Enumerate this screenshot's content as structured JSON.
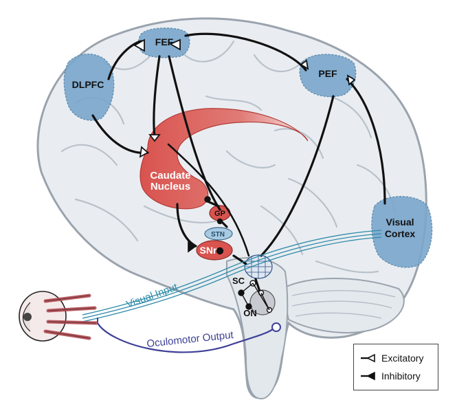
{
  "regions": {
    "fef": "FEF",
    "dlpfc": "DLPFC",
    "pef": "PEF",
    "visual_cortex_line1": "Visual",
    "visual_cortex_line2": "Cortex",
    "caudate_line1": "Caudate",
    "caudate_line2": "Nucleus",
    "gp": "GP",
    "stn": "STN",
    "snr": "SNr",
    "sc": "SC",
    "on": "ON"
  },
  "pathways": {
    "visual_input": "Visual Input",
    "oculomotor_output": "Oculomotor Output"
  },
  "legend": {
    "excitatory": "Excitatory",
    "inhibitory": "Inhibitory"
  },
  "colors": {
    "cortex_blue": "#7aa7cc",
    "caudate_red": "#d9534f",
    "visual_input_teal": "#2e8aa8",
    "oculomotor_purple": "#3e3f97",
    "brain_fill": "#e9edf1",
    "brain_stroke": "#9aa3ad"
  }
}
